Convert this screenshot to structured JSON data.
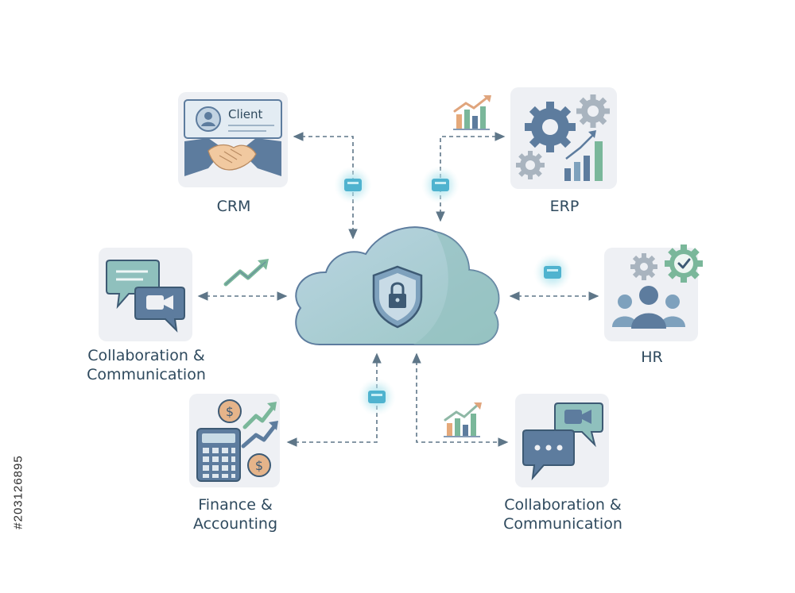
{
  "center": {
    "icon": "shield-lock-icon",
    "shape": "cloud"
  },
  "modules": [
    {
      "id": "crm",
      "lines": [
        "CRM"
      ],
      "card_text": "Client",
      "icon": "client-handshake-icon"
    },
    {
      "id": "erp",
      "lines": [
        "ERP"
      ],
      "icon": "gears-chart-icon"
    },
    {
      "id": "hr",
      "lines": [
        "HR"
      ],
      "icon": "team-gear-icon"
    },
    {
      "id": "collab-left",
      "lines": [
        "Collaboration &",
        "Communication"
      ],
      "icon": "chat-video-icon"
    },
    {
      "id": "finance",
      "lines": [
        "Finance &",
        "Accounting"
      ],
      "icon": "calculator-coins-icon"
    },
    {
      "id": "collab-right",
      "lines": [
        "Collaboration &",
        "Communication"
      ],
      "icon": "chat-video-icon"
    }
  ],
  "stock_id": "#203126895",
  "colors": {
    "navy": "#2f4a5e",
    "slate_blue": "#5d7c9e",
    "cloud_light": "#aacbd9",
    "cloud_teal": "#8fc0bd",
    "green": "#7ab79a",
    "card_bg": "#eef0f4",
    "connector": "#5e7688"
  }
}
